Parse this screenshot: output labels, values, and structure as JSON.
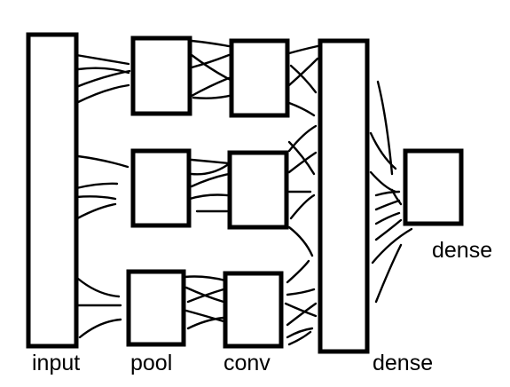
{
  "diagram": {
    "blocks": {
      "input": "input",
      "pool": "pool",
      "conv": "conv",
      "dense_tall": "dense",
      "dense_small": "dense"
    },
    "colors": {
      "stroke": "#000000",
      "background": "#ffffff"
    }
  }
}
